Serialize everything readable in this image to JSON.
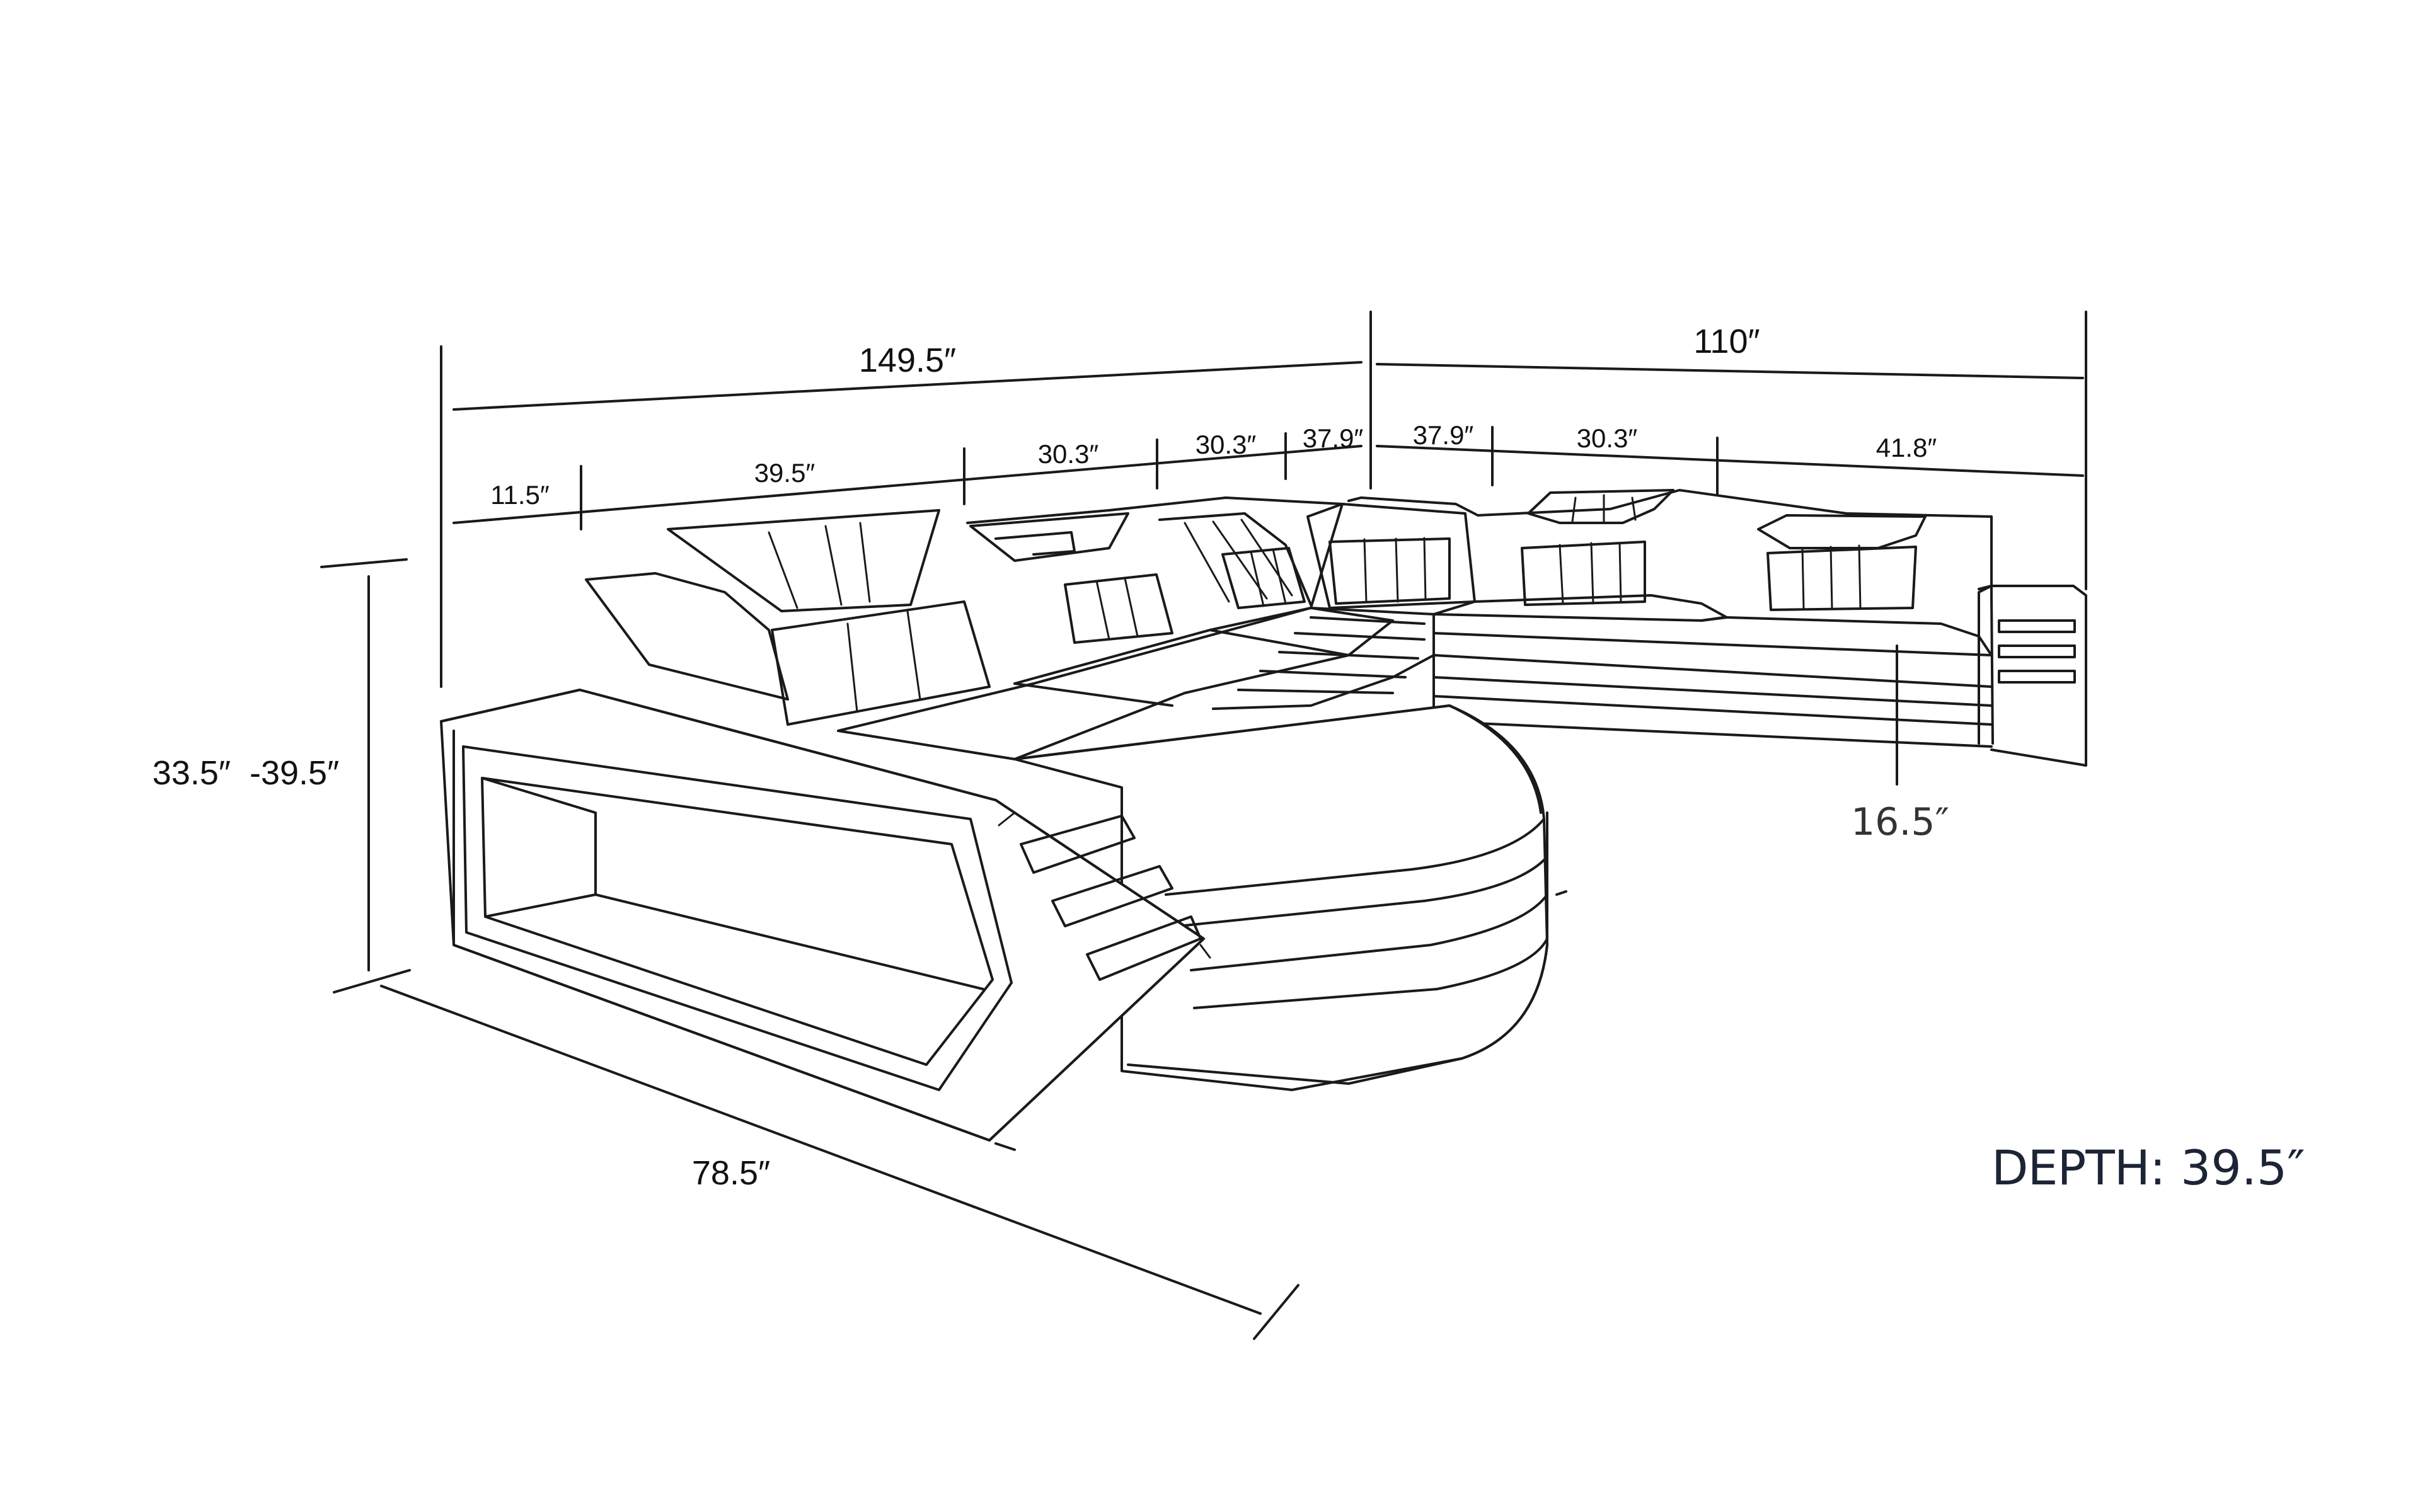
{
  "dimensions": {
    "overall_length_left": "149.5″",
    "overall_length_right": "110″",
    "segments_left": [
      "11.5″",
      "39.5″",
      "30.3″",
      "30.3″",
      "37.9″"
    ],
    "segments_right": [
      "37.9″",
      "30.3″",
      "41.8″"
    ],
    "height_range": "33.5″  -39.5″",
    "chaise_length": "78.5″",
    "seat_height": "16.5″"
  },
  "depth": {
    "label": "DEPTH:",
    "value": "39.5″"
  }
}
